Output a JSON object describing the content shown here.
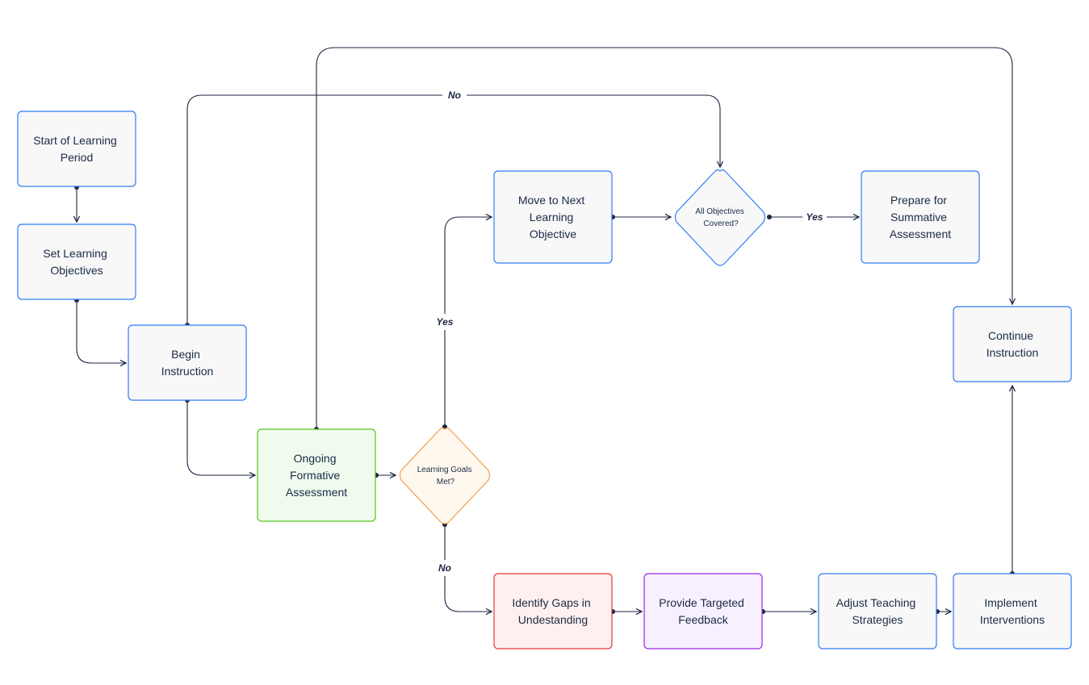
{
  "nodes": {
    "start": {
      "lines": [
        "Start of Learning",
        "Period"
      ],
      "fill": "#f8f8f9",
      "stroke": "#2f7cf6"
    },
    "objectives": {
      "lines": [
        "Set Learning",
        "Objectives"
      ],
      "fill": "#f8f8f9",
      "stroke": "#2f7cf6"
    },
    "begin": {
      "lines": [
        "Begin",
        "Instruction"
      ],
      "fill": "#f8f8f9",
      "stroke": "#2f7cf6"
    },
    "formative": {
      "lines": [
        "Ongoing",
        "Formative",
        "Assessment"
      ],
      "fill": "#f0fbee",
      "stroke": "#52c41a"
    },
    "goals": {
      "lines": [
        "Learning Goals",
        "Met?"
      ],
      "fill": "#fff8ef",
      "stroke": "#f0a050"
    },
    "next": {
      "lines": [
        "Move to Next",
        "Learning",
        "Objective"
      ],
      "fill": "#f8f8f9",
      "stroke": "#2f7cf6"
    },
    "covered": {
      "lines": [
        "All Objectives",
        "Covered?"
      ],
      "fill": "#f8f8f9",
      "stroke": "#2f7cf6"
    },
    "summative": {
      "lines": [
        "Prepare for",
        "Summative",
        "Assessment"
      ],
      "fill": "#f8f8f9",
      "stroke": "#2f7cf6"
    },
    "continue": {
      "lines": [
        "Continue",
        "Instruction"
      ],
      "fill": "#f8f8f9",
      "stroke": "#2f7cf6"
    },
    "gaps": {
      "lines": [
        "Identify Gaps in",
        "Undestanding"
      ],
      "fill": "#fff0f0",
      "stroke": "#e53935"
    },
    "feedback": {
      "lines": [
        "Provide Targeted",
        "Feedback"
      ],
      "fill": "#f7f0ff",
      "stroke": "#9c27e0"
    },
    "adjust": {
      "lines": [
        "Adjust Teaching",
        "Strategies"
      ],
      "fill": "#f8f8f9",
      "stroke": "#2f7cf6"
    },
    "implement": {
      "lines": [
        "Implement",
        "Interventions"
      ],
      "fill": "#f8f8f9",
      "stroke": "#2f7cf6"
    }
  },
  "edge_labels": {
    "goals_yes": "Yes",
    "goals_no": "No",
    "covered_yes": "Yes",
    "covered_no": "No"
  },
  "colors": {
    "edge": "#1c2541",
    "text": "#1a2a44"
  }
}
